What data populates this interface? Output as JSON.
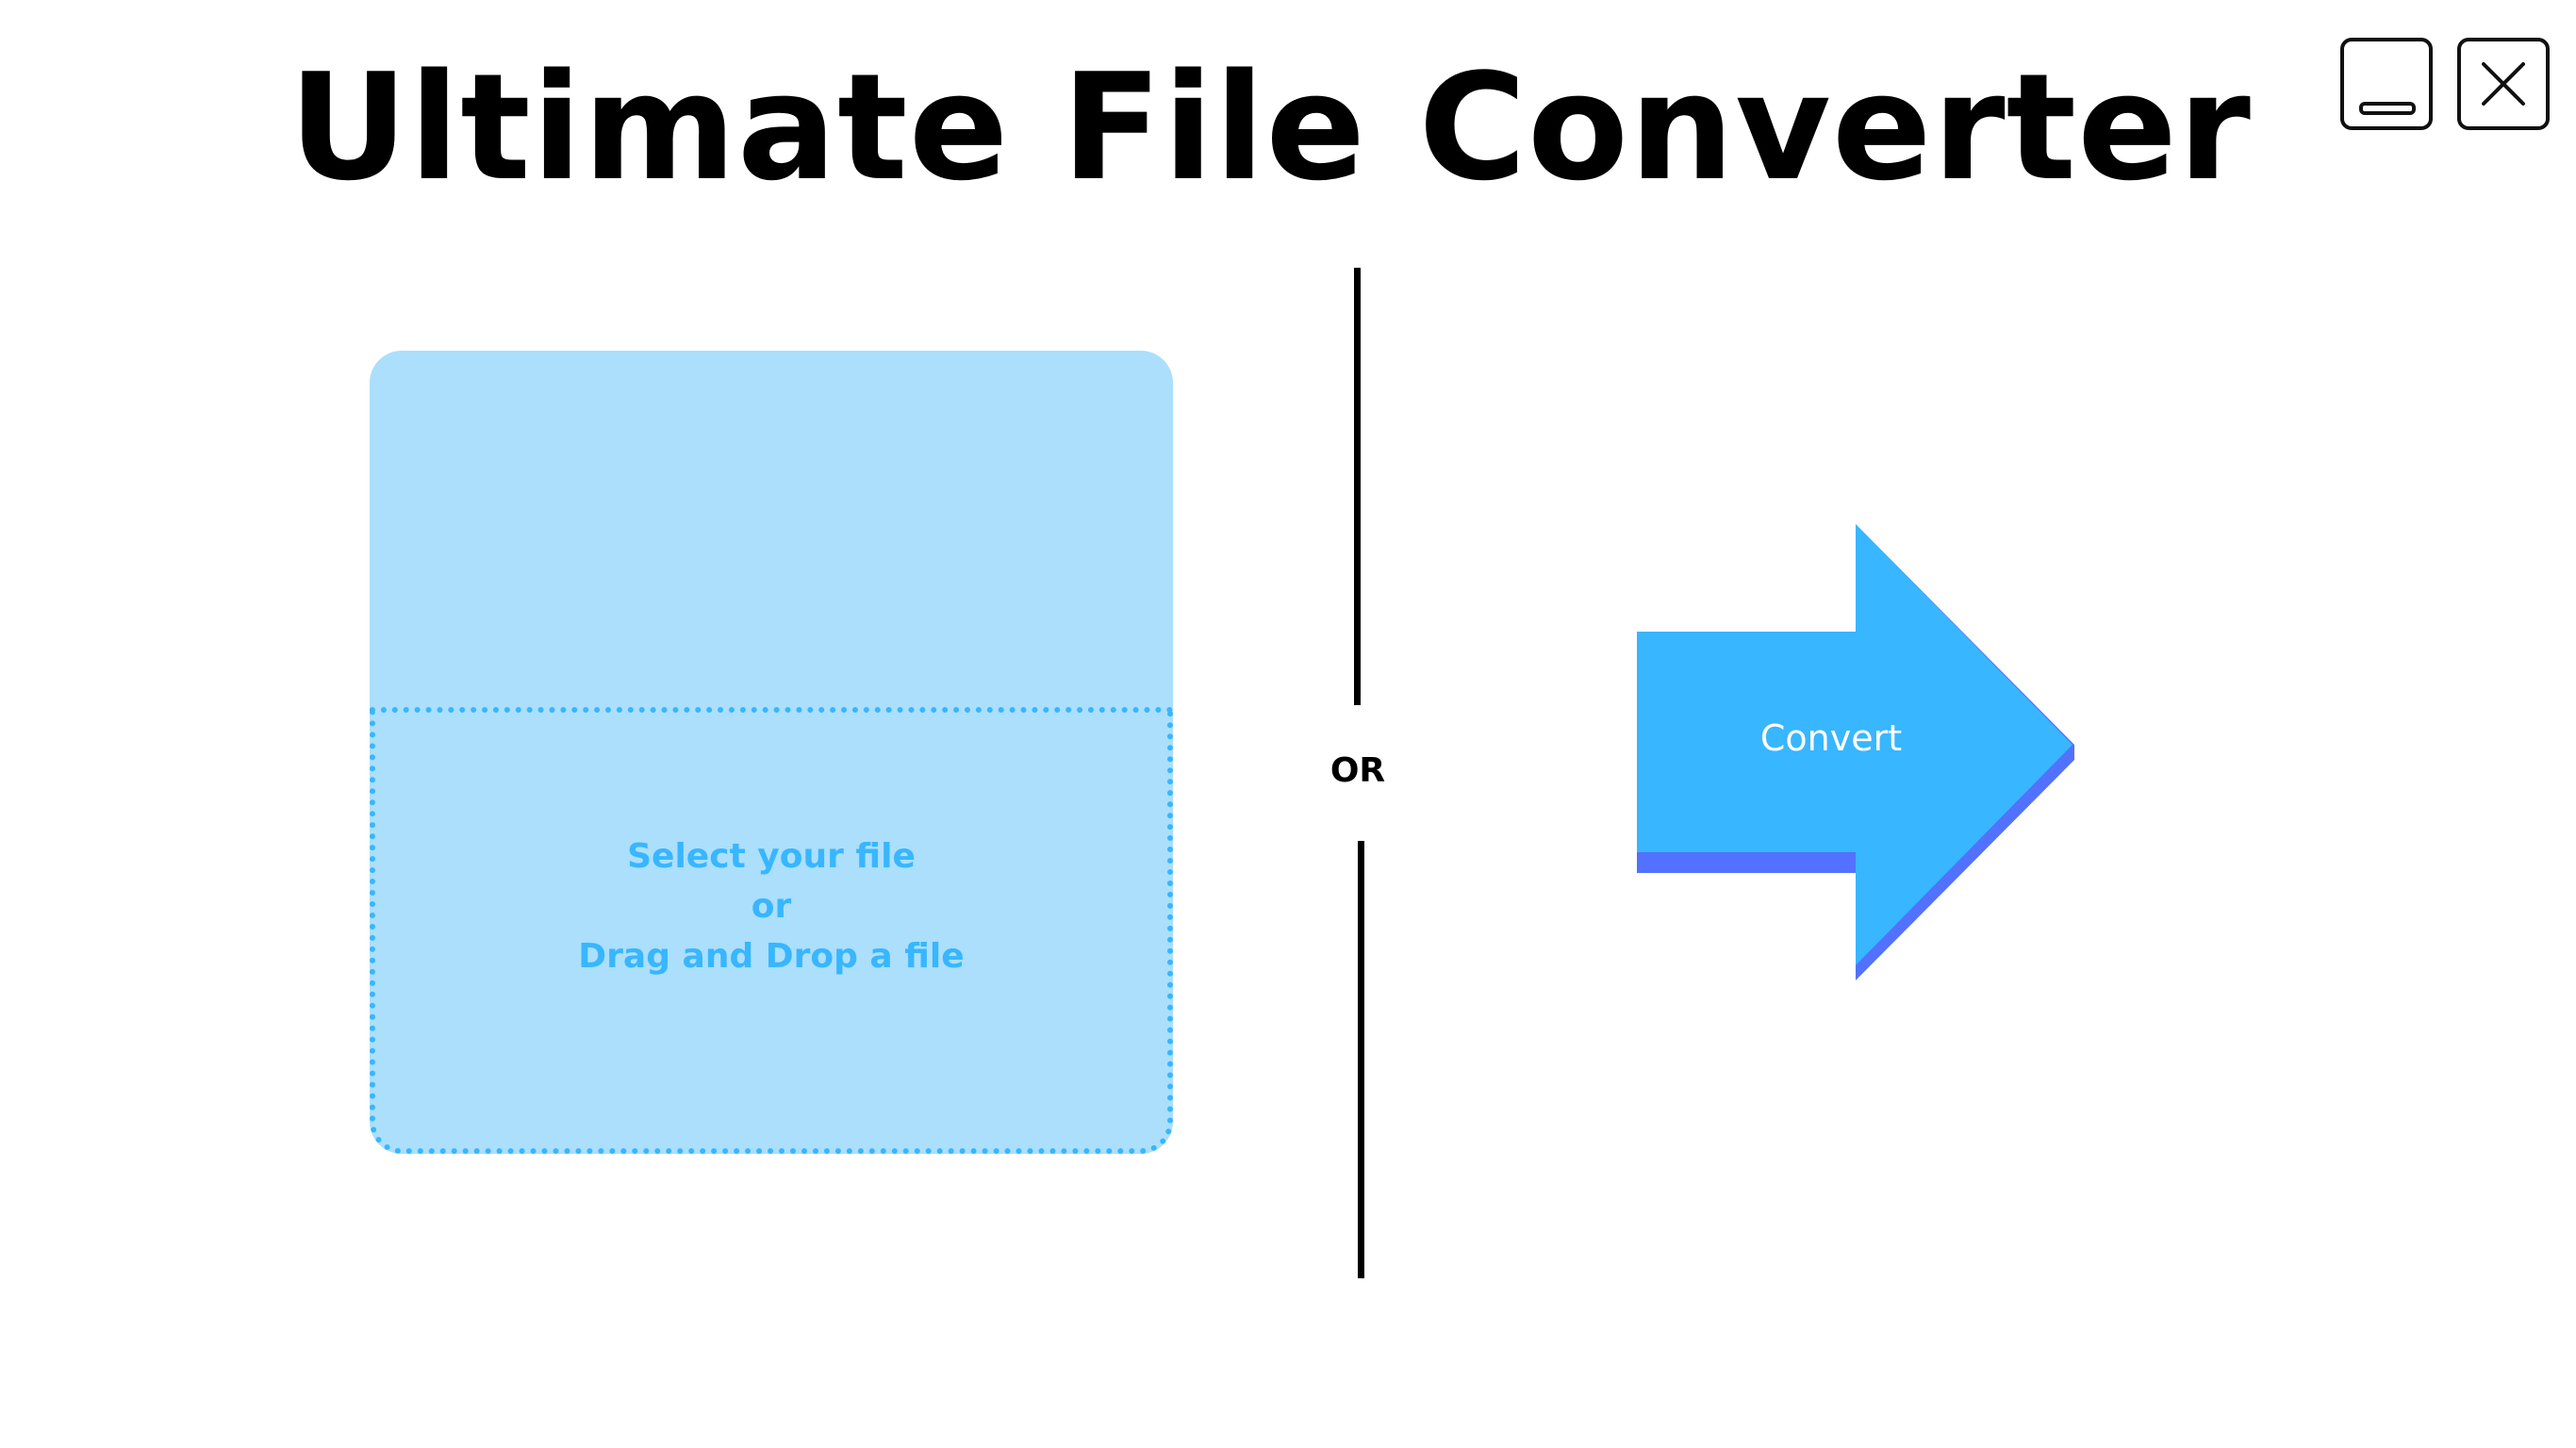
{
  "app": {
    "title": "Ultimate File Converter"
  },
  "window_controls": {
    "minimize_icon": "minimize-icon",
    "close_icon": "close-icon"
  },
  "dropzone": {
    "line1": "Select your file",
    "line2": "or",
    "line3": "Drag and Drop a file"
  },
  "divider": {
    "label": "OR"
  },
  "convert": {
    "label": "Convert",
    "icon": "arrow-right-icon"
  },
  "colors": {
    "dropzone_fill": "#abdffc",
    "accent": "#38b6ff",
    "arrow_shadow": "#5271ff",
    "text": "#000000"
  }
}
